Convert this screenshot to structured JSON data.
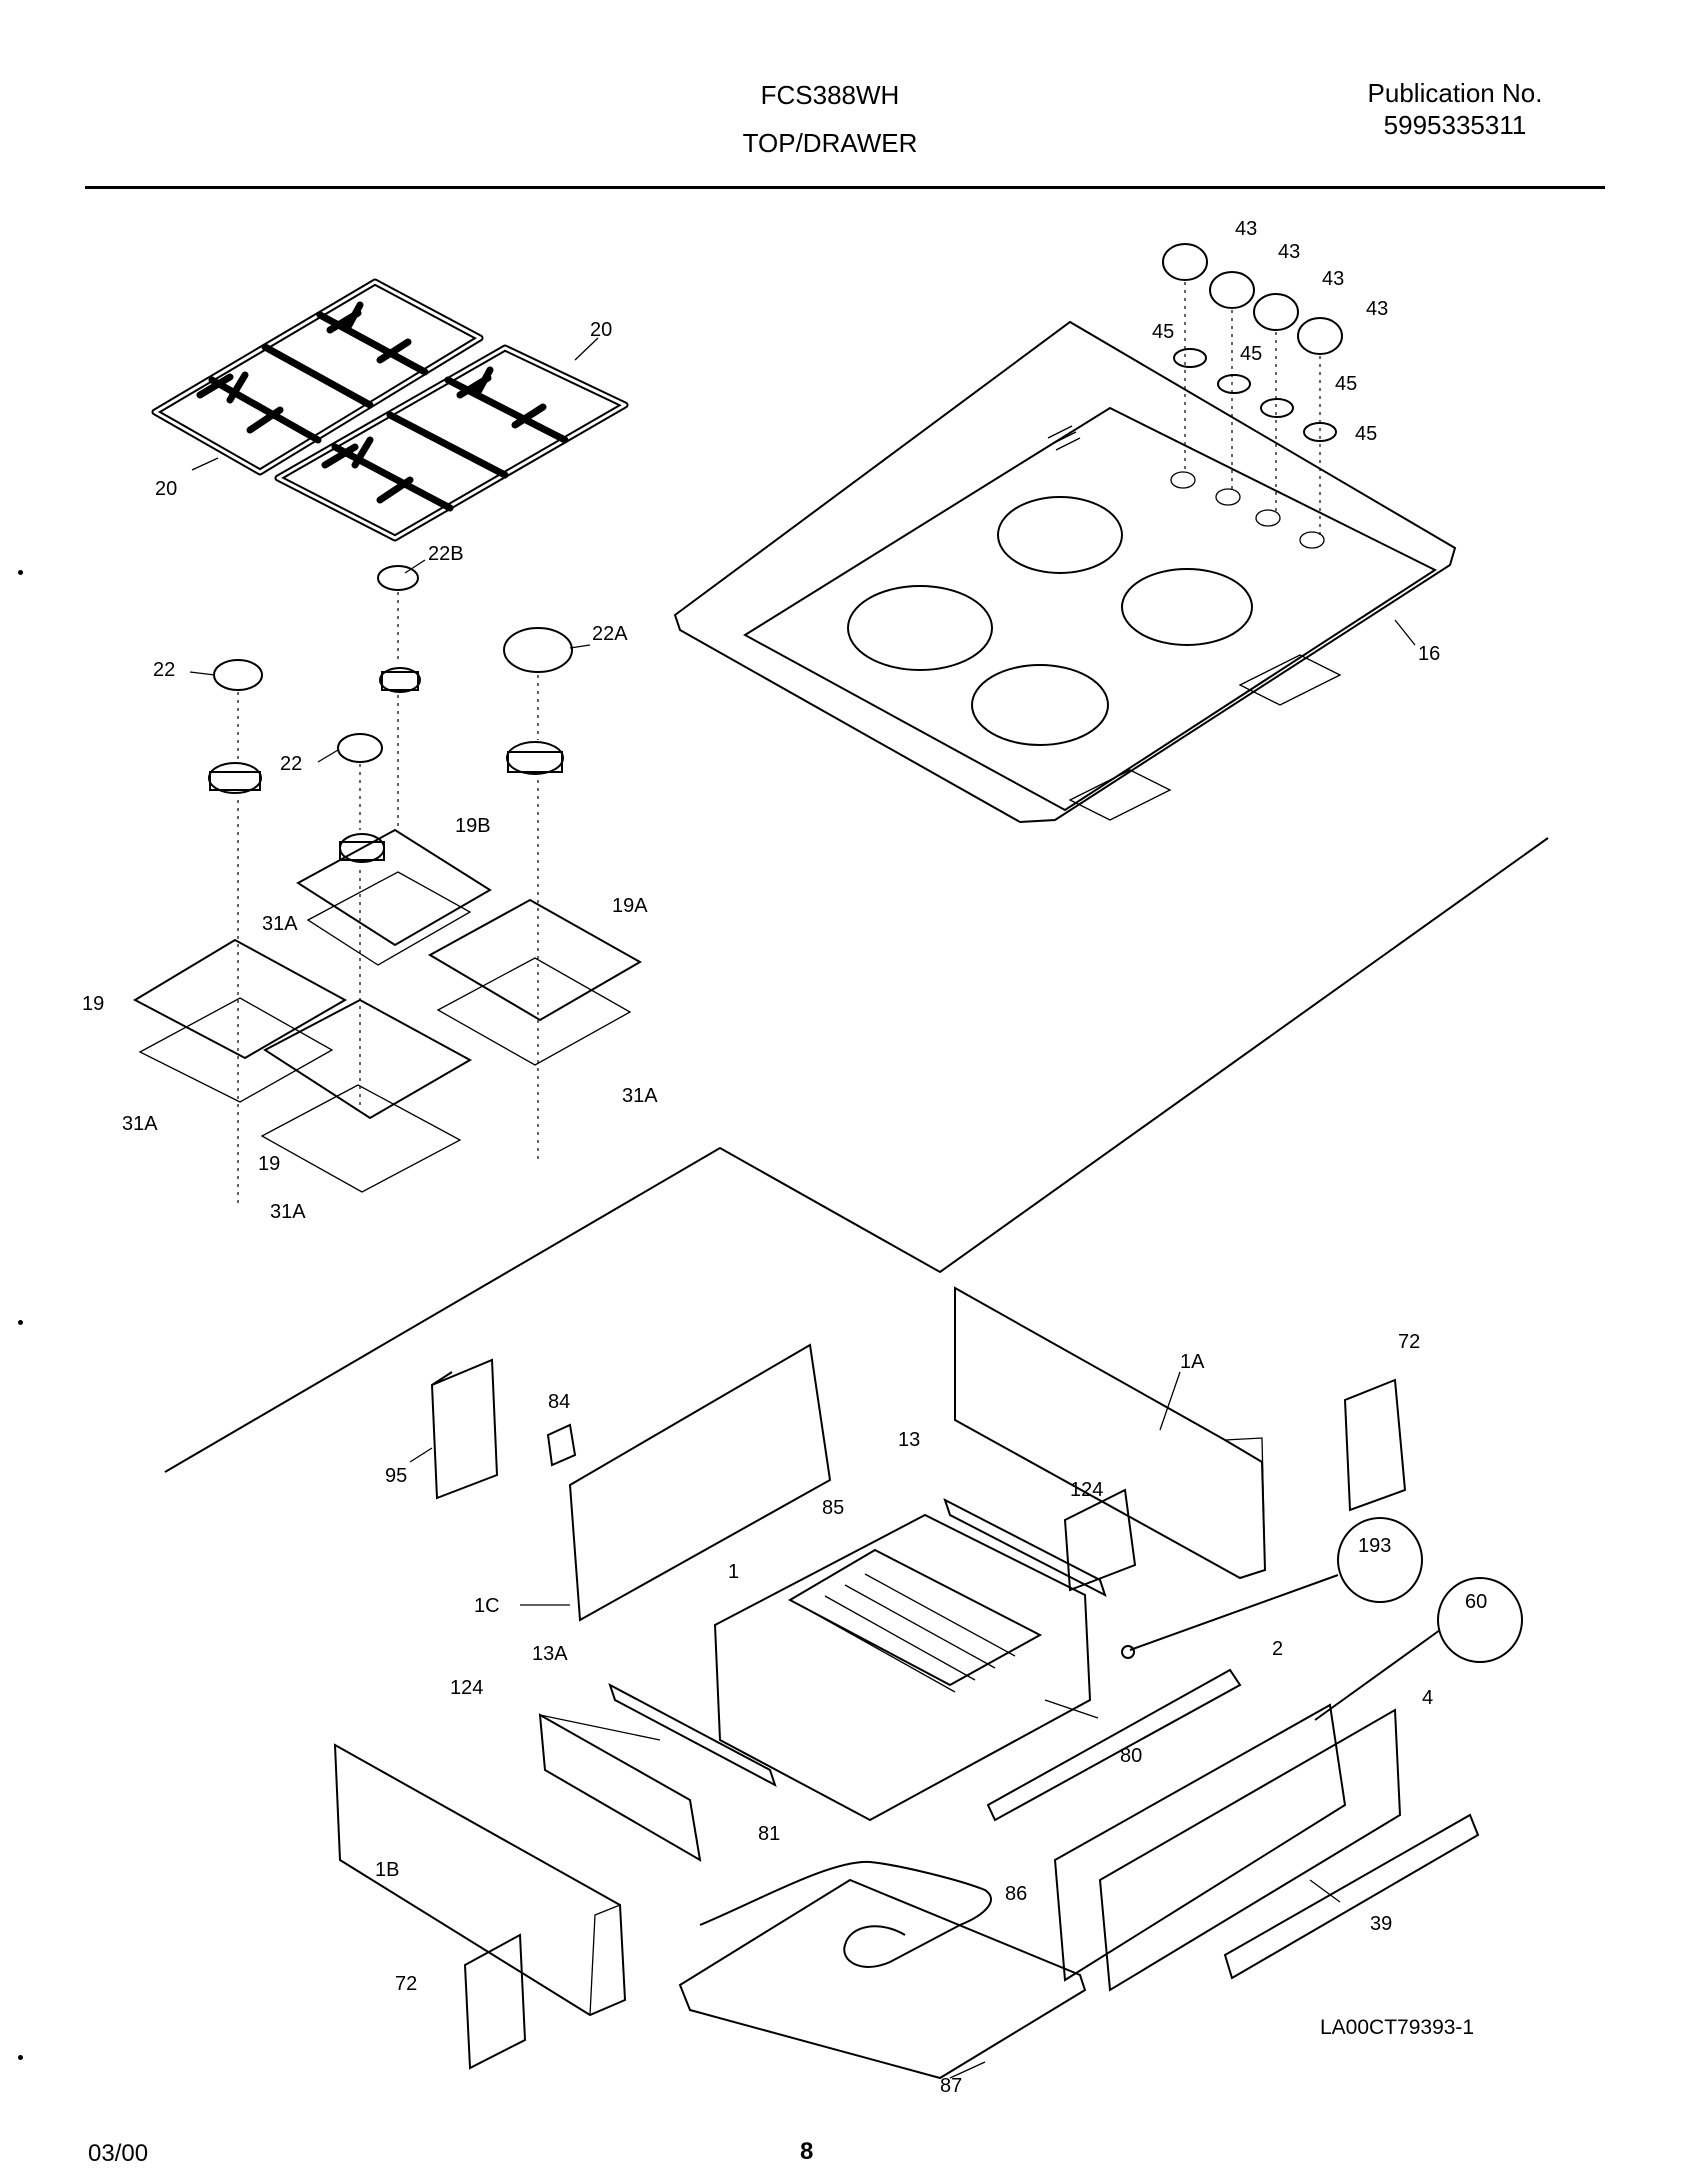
{
  "header": {
    "model": "FCS388WH",
    "section": "TOP/DRAWER",
    "publication_label": "Publication No.",
    "publication_number": "5995335311"
  },
  "callouts": {
    "c20a": "20",
    "c20b": "20",
    "c22b": "22B",
    "c22a": "22A",
    "c22_1": "22",
    "c22_2": "22",
    "c19b": "19B",
    "c19a": "19A",
    "c19_1": "19",
    "c19_2": "19",
    "c31a_1": "31A",
    "c31a_2": "31A",
    "c31a_3": "31A",
    "c31a_4": "31A",
    "c43_1": "43",
    "c43_2": "43",
    "c43_3": "43",
    "c43_4": "43",
    "c45_1": "45",
    "c45_2": "45",
    "c45_3": "45",
    "c45_4": "45",
    "c16": "16",
    "c1a": "1A",
    "c72_1": "72",
    "c72_2": "72",
    "c84": "84",
    "c95": "95",
    "c13": "13",
    "c124_1": "124",
    "c124_2": "124",
    "c85": "85",
    "c1": "1",
    "c1c": "1C",
    "c193": "193",
    "c60": "60",
    "c2": "2",
    "c4": "4",
    "c13a": "13A",
    "c80": "80",
    "c1b": "1B",
    "c81": "81",
    "c86": "86",
    "c39": "39",
    "c87": "87"
  },
  "diagram_code": "LA00CT79393-1",
  "footer": {
    "date": "03/00",
    "page": "8"
  }
}
